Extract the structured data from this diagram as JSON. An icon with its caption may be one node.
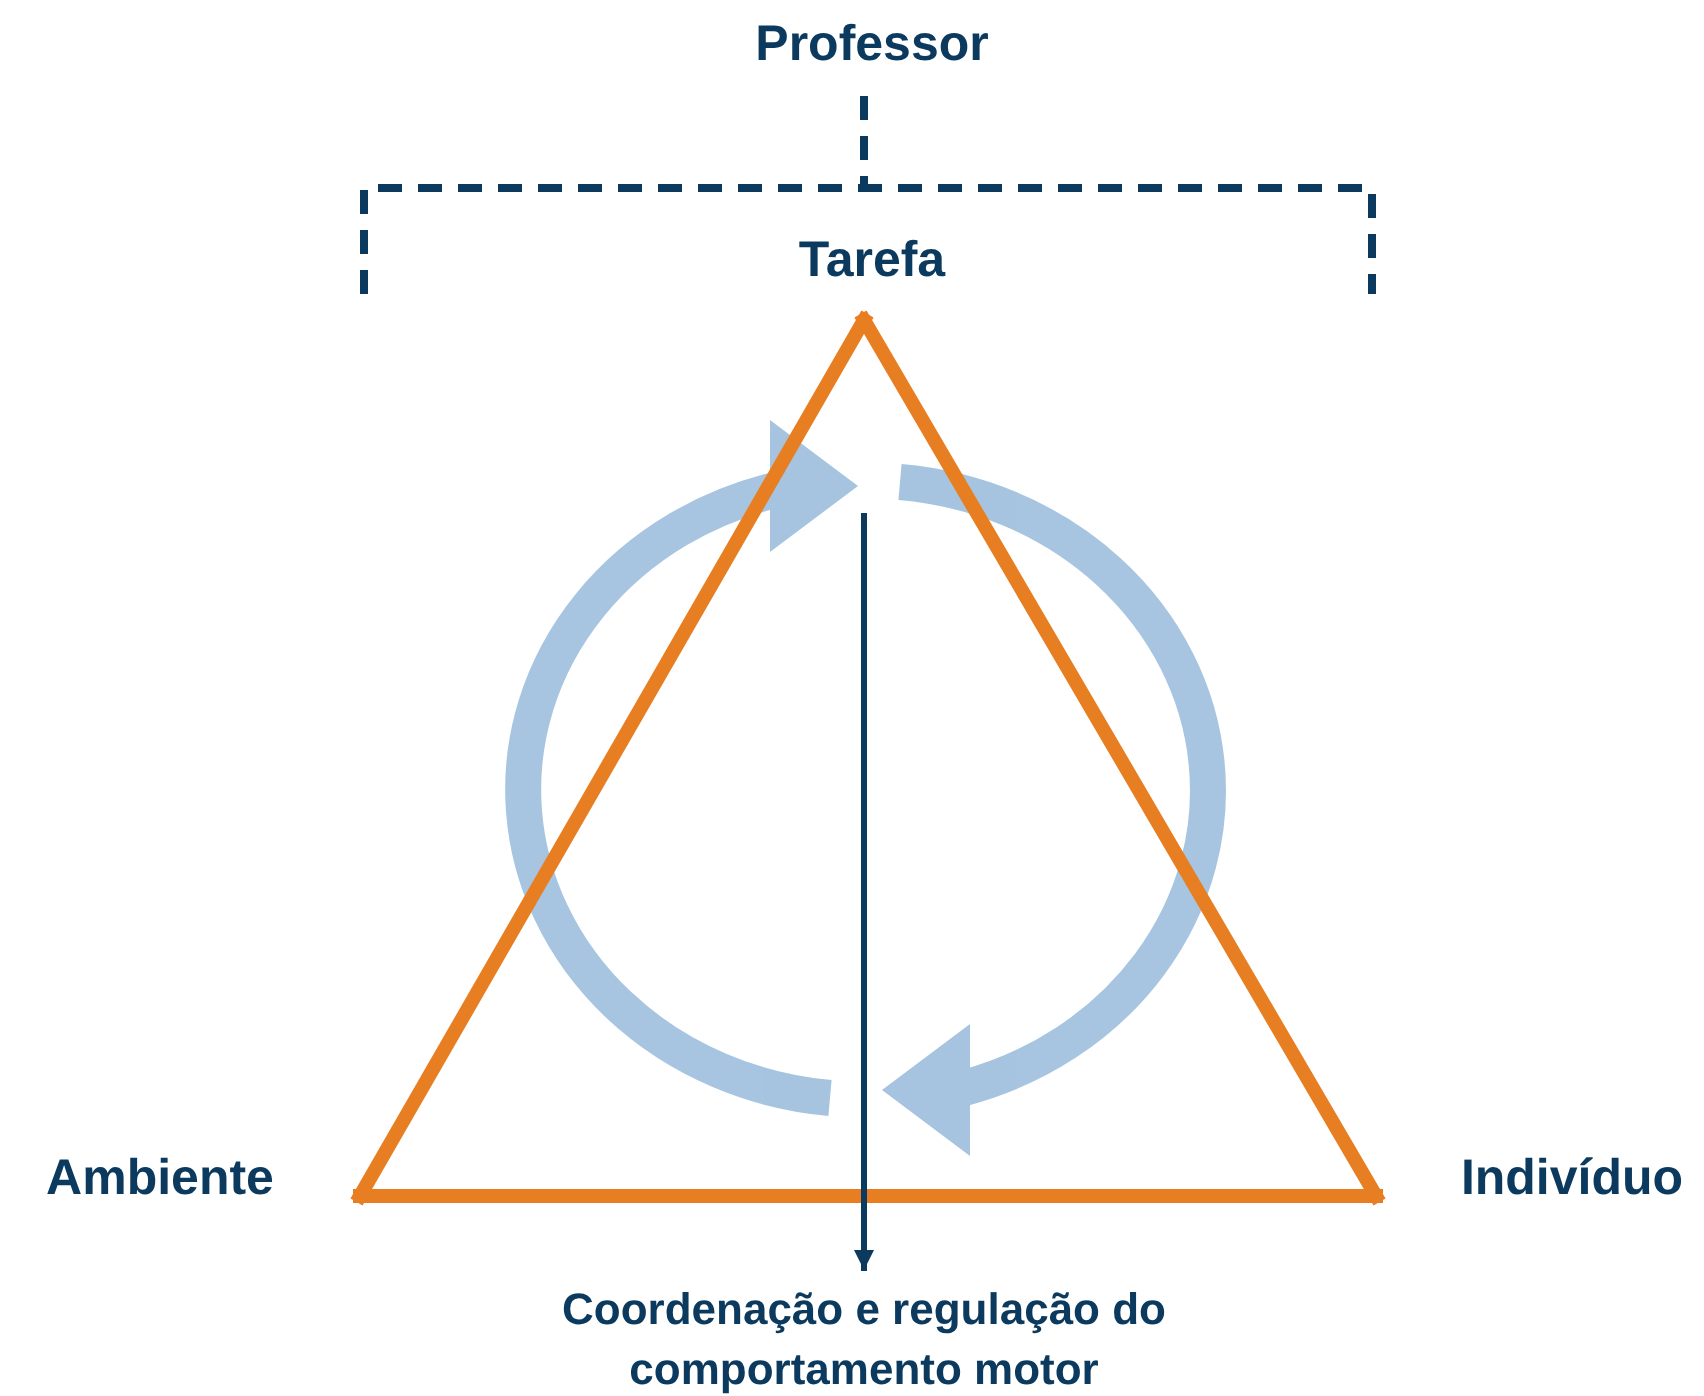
{
  "diagram": {
    "nodes": [
      {
        "text": [
          "Professor"
        ]
      },
      {
        "text": [
          "Tarefa"
        ]
      },
      {
        "text": [
          "Ambiente"
        ]
      },
      {
        "text": [
          "Indivíduo"
        ]
      },
      {
        "text": [
          "Coordenação e regulação do comportamento motor"
        ]
      }
    ],
    "edges": [
      {
        "from": 1,
        "to": 2,
        "arrow": "none"
      },
      {
        "from": 2,
        "to": 3,
        "arrow": "none"
      },
      {
        "from": 3,
        "to": 1,
        "arrow": "none"
      },
      {
        "from": null,
        "to": 4,
        "arrow": "to",
        "color": "#0b3a5e"
      }
    ]
  }
}
